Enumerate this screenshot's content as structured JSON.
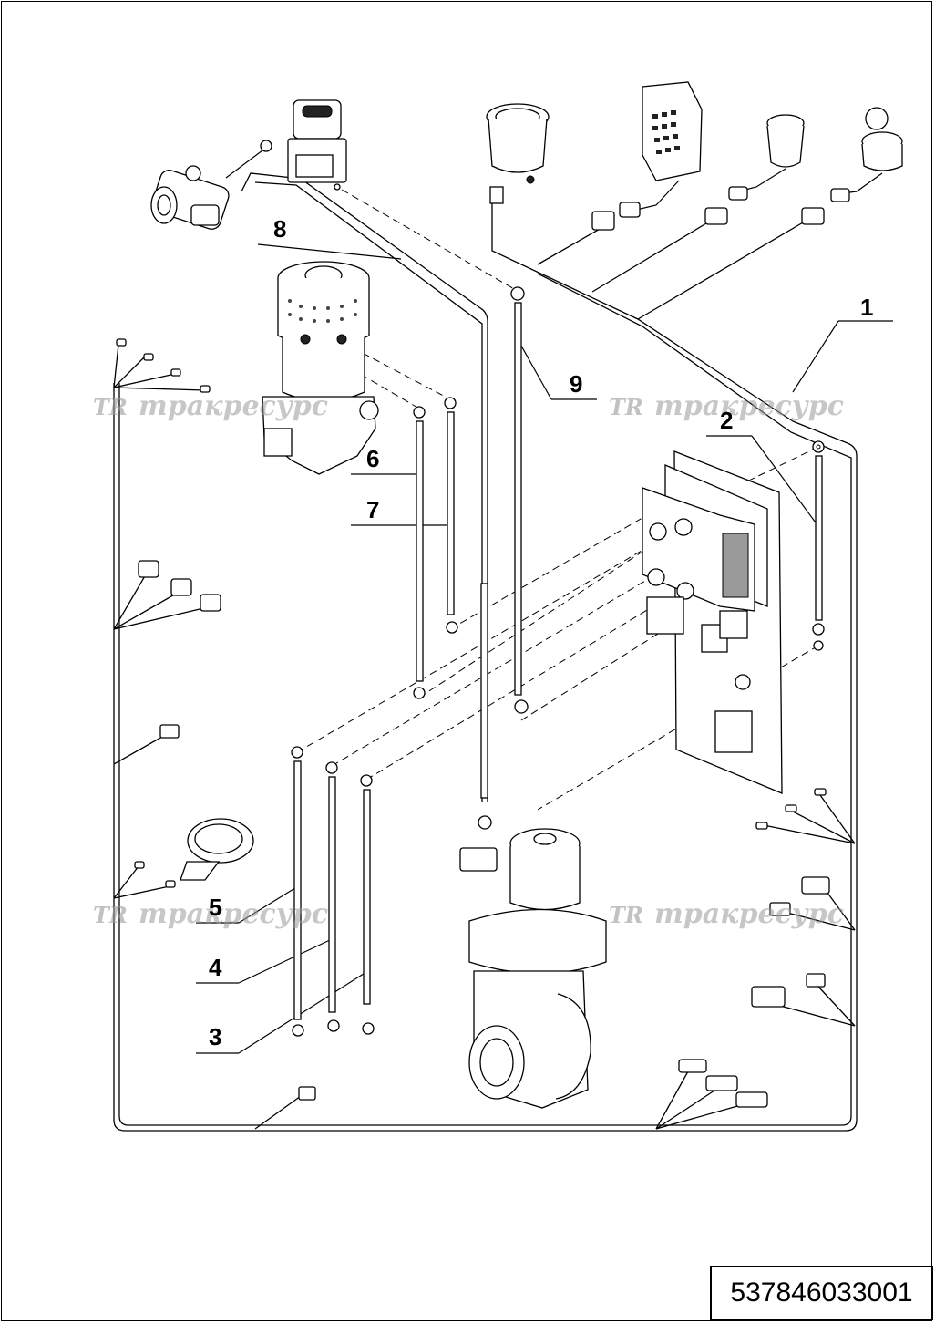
{
  "document": {
    "code": "537846033001"
  },
  "watermark": {
    "logo": "TR",
    "text": "тракресурс"
  },
  "callouts": [
    "1",
    "2",
    "3",
    "4",
    "5",
    "6",
    "7",
    "8",
    "9"
  ]
}
